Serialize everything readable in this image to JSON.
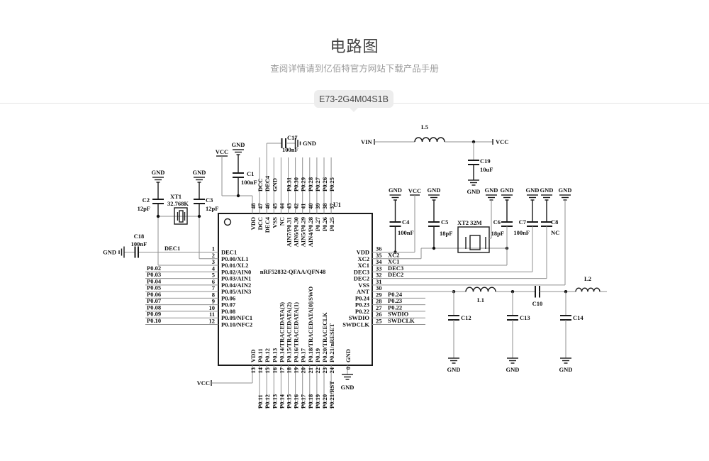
{
  "header": {
    "title": "电路图",
    "subtitle": "查阅详情请到亿佰特官方网站下载产品手册",
    "tab": "E73-2G4M04S1B"
  },
  "nets": {
    "vcc": "VCC",
    "vin": "VIN",
    "gnd": "GND"
  },
  "ic": {
    "ref": "U1",
    "part": "nRF52832-QFAA/QFN48",
    "left_pins": [
      {
        "num": "1",
        "name": "DEC1",
        "net": "DEC1"
      },
      {
        "num": "2",
        "name": "P0.00/XL1",
        "net": ""
      },
      {
        "num": "3",
        "name": "P0.01/XL2",
        "net": ""
      },
      {
        "num": "4",
        "name": "P0.02/AIN0",
        "net": "P0.02"
      },
      {
        "num": "5",
        "name": "P0.03/AIN1",
        "net": "P0.03"
      },
      {
        "num": "6",
        "name": "P0.04/AIN2",
        "net": "P0.04"
      },
      {
        "num": "7",
        "name": "P0.05/AIN3",
        "net": "P0.05"
      },
      {
        "num": "8",
        "name": "P0.06",
        "net": "P0.06"
      },
      {
        "num": "9",
        "name": "P0.07",
        "net": "P0.07"
      },
      {
        "num": "10",
        "name": "P0.08",
        "net": "P0.08"
      },
      {
        "num": "11",
        "name": "P0.09/NFC1",
        "net": "P0.09"
      },
      {
        "num": "12",
        "name": "P0.10/NFC2",
        "net": "P0.10"
      }
    ],
    "right_pins": [
      {
        "num": "36",
        "name": "VDD",
        "net": ""
      },
      {
        "num": "35",
        "name": "XC2",
        "net": "XC2"
      },
      {
        "num": "34",
        "name": "XC1",
        "net": "XC1"
      },
      {
        "num": "33",
        "name": "DEC3",
        "net": "DEC3"
      },
      {
        "num": "32",
        "name": "DEC2",
        "net": "DEC2"
      },
      {
        "num": "31",
        "name": "VSS",
        "net": ""
      },
      {
        "num": "30",
        "name": "ANT",
        "net": ""
      },
      {
        "num": "29",
        "name": "P0.24",
        "net": "P0.24"
      },
      {
        "num": "28",
        "name": "P0.23",
        "net": "P0.23"
      },
      {
        "num": "27",
        "name": "P0.22",
        "net": "P0.22"
      },
      {
        "num": "26",
        "name": "SWDIO",
        "net": "SWDIO"
      },
      {
        "num": "25",
        "name": "SWDCLK",
        "net": "SWDCLK"
      }
    ],
    "top_pins": [
      {
        "num": "48",
        "name": "VDD",
        "net": ""
      },
      {
        "num": "47",
        "name": "DCC",
        "net": "DCC"
      },
      {
        "num": "46",
        "name": "DEC4",
        "net": "DEC4"
      },
      {
        "num": "45",
        "name": "VSS",
        "net": "GND"
      },
      {
        "num": "44",
        "name": "NC",
        "net": ""
      },
      {
        "num": "43",
        "name": "AIN7/P0.31",
        "net": "P0.31"
      },
      {
        "num": "42",
        "name": "AIN6/P0.30",
        "net": "P0.30"
      },
      {
        "num": "41",
        "name": "AIN5/P0.29",
        "net": "P0.29"
      },
      {
        "num": "40",
        "name": "AIN4/P0.28",
        "net": "P0.28"
      },
      {
        "num": "39",
        "name": "P0.27",
        "net": "P0.27"
      },
      {
        "num": "38",
        "name": "P0.26",
        "net": "P0.26"
      },
      {
        "num": "37",
        "name": "P0.25",
        "net": "P0.25"
      }
    ],
    "bottom_pins": [
      {
        "num": "13",
        "name": "VDD",
        "net": ""
      },
      {
        "num": "14",
        "name": "P0.11",
        "net": "P0.11"
      },
      {
        "num": "15",
        "name": "P0.12",
        "net": "P0.12"
      },
      {
        "num": "16",
        "name": "P0.13",
        "net": "P0.13"
      },
      {
        "num": "17",
        "name": "P0.14/TRACEDATA(3)",
        "net": "P0.14"
      },
      {
        "num": "18",
        "name": "P0.15/TRACEDATA(2)",
        "net": "P0.15"
      },
      {
        "num": "19",
        "name": "P0.16/TRACEDATA(1)",
        "net": "P0.16"
      },
      {
        "num": "20",
        "name": "P0.17",
        "net": "P0.17"
      },
      {
        "num": "21",
        "name": "P0.18/TRACEDATA[0]/SWO",
        "net": "P0.18"
      },
      {
        "num": "22",
        "name": "P0.19",
        "net": "P0.19"
      },
      {
        "num": "23",
        "name": "P0.20/TRACECLK",
        "net": "P0.20"
      },
      {
        "num": "24",
        "name": "P0.21/nRESET",
        "net": "P0.21/RST"
      }
    ],
    "pad": {
      "num": "0",
      "name": "GND",
      "net": "GND"
    }
  },
  "components": {
    "C1": {
      "ref": "C1",
      "value": "100nF"
    },
    "C2": {
      "ref": "C2",
      "value": "12pF"
    },
    "C3": {
      "ref": "C3",
      "value": "12pF"
    },
    "C4": {
      "ref": "C4",
      "value": "100nF"
    },
    "C5": {
      "ref": "C5",
      "value": "18pF"
    },
    "C6": {
      "ref": "C6",
      "value": "18pF"
    },
    "C7": {
      "ref": "C7",
      "value": "100nF"
    },
    "C8": {
      "ref": "C8",
      "value": "NC"
    },
    "C10": {
      "ref": "C10"
    },
    "C12": {
      "ref": "C12"
    },
    "C13": {
      "ref": "C13"
    },
    "C14": {
      "ref": "C14"
    },
    "C17": {
      "ref": "C17",
      "value": "100nF"
    },
    "C18": {
      "ref": "C18",
      "value": "100nF"
    },
    "C19": {
      "ref": "C19",
      "value": "10uF"
    },
    "L1": {
      "ref": "L1"
    },
    "L2": {
      "ref": "L2"
    },
    "L5": {
      "ref": "L5"
    },
    "XT1": {
      "ref": "XT1",
      "value": "32.768K"
    },
    "XT2": {
      "ref": "XT2 32M"
    }
  }
}
